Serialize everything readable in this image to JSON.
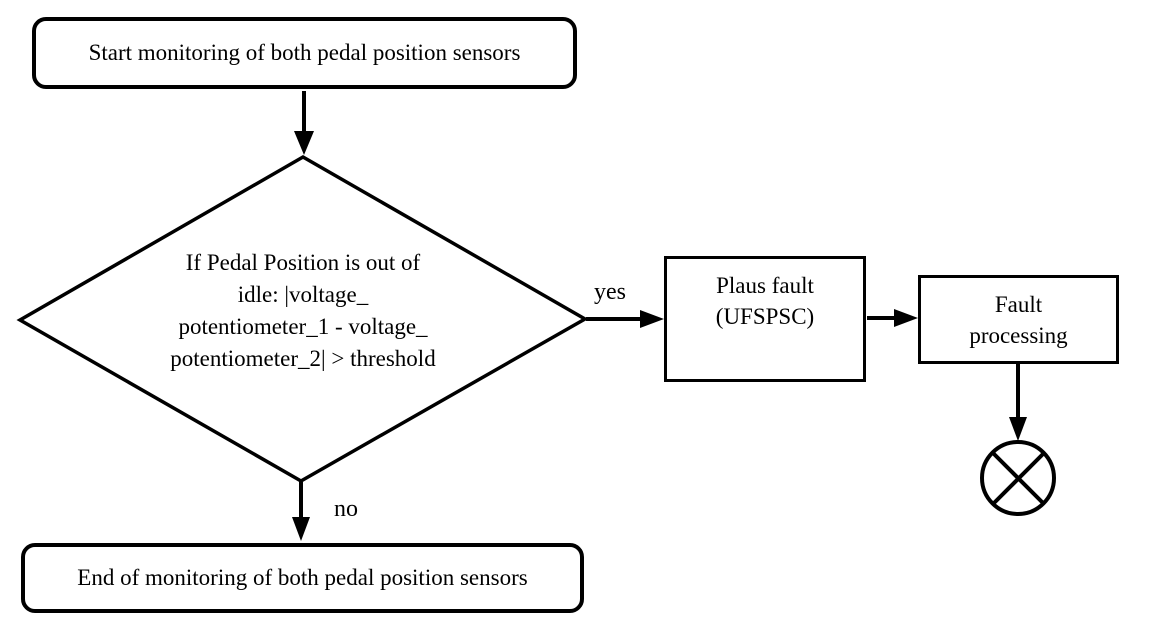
{
  "flowchart": {
    "start_node": {
      "label": "Start monitoring of both pedal position sensors"
    },
    "decision_node": {
      "lines": [
        "If Pedal Position is out of",
        "idle: |voltage_",
        "potentiometer_1 - voltage_",
        "potentiometer_2| > threshold"
      ]
    },
    "branch_labels": {
      "yes": "yes",
      "no": "no"
    },
    "plaus_fault_node": {
      "lines": [
        "Plaus fault",
        "(UFSPSC)"
      ]
    },
    "fault_processing_node": {
      "lines": [
        "Fault",
        "processing"
      ]
    },
    "end_node": {
      "label": "End of monitoring of both pedal position sensors"
    },
    "colors": {
      "stroke": "#000000",
      "text": "#000000",
      "background": "#ffffff"
    }
  }
}
